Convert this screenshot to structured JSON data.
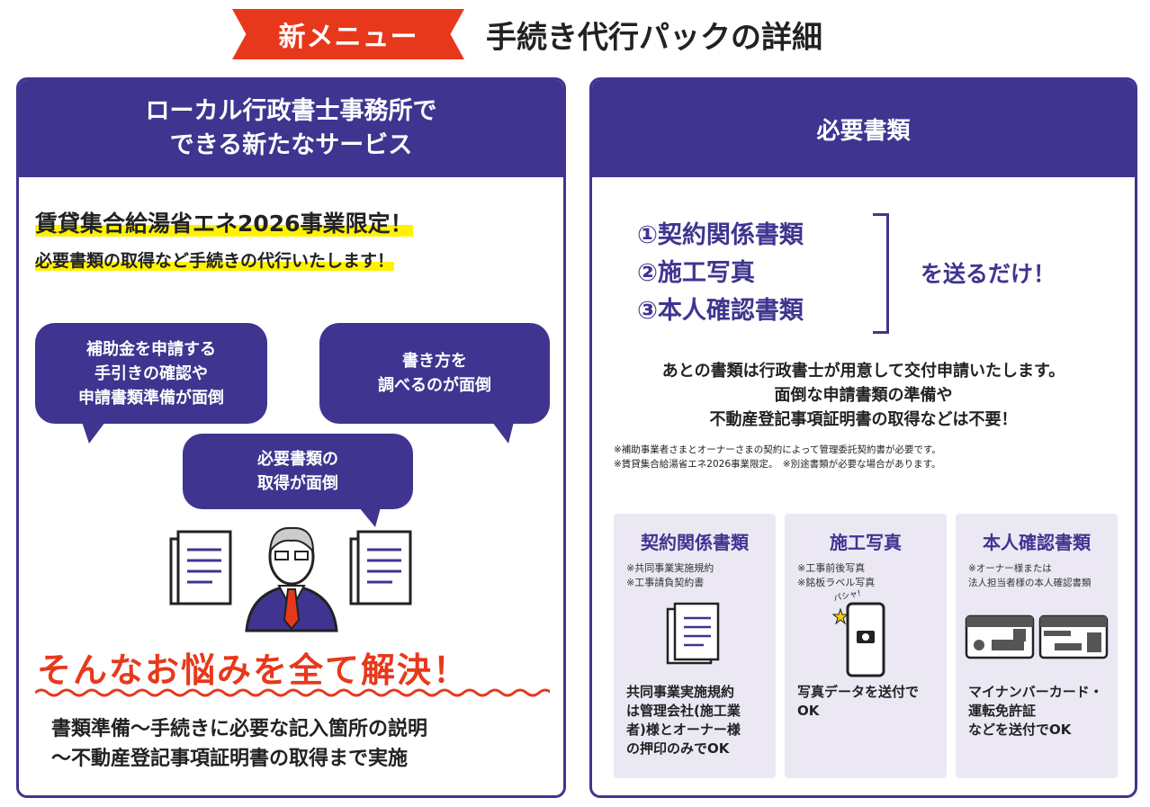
{
  "header": {
    "badge": "新メニュー",
    "title": "手続き代行パックの詳細"
  },
  "left": {
    "heading": [
      "ローカル行政書士事務所で",
      "できる新たなサービス"
    ],
    "highlight": [
      "賃貸集合給湯省エネ2026事業限定！",
      "必要書類の取得など手続きの代行いたします！"
    ],
    "bubbles": [
      [
        "補助金を申請する",
        "手引きの確認や",
        "申請書類準備が面倒"
      ],
      [
        "書き方を",
        "調べるのが面倒"
      ],
      [
        "必要書類の",
        "取得が面倒"
      ]
    ],
    "solve": "そんなお悩みを全て解決！",
    "summary": [
      "書類準備〜手続きに必要な記入箇所の説明",
      "〜不動産登記事項証明書の取得まで実施"
    ]
  },
  "right": {
    "heading": "必要書類",
    "docs": [
      "①契約関係書類",
      "②施工写真",
      "③本人確認書類"
    ],
    "send": "を送るだけ！",
    "desc": [
      "あとの書類は行政書士が用意して交付申請いたします。",
      "面倒な申請書類の準備や",
      "不動産登記事項証明書の取得などは不要！"
    ],
    "notes": [
      "※補助事業者さまとオーナーさまの契約によって管理委託契約書が必要です。",
      "※賃貸集合給湯省エネ2026事業限定。　※別途書類が必要な場合があります。"
    ],
    "cards": [
      {
        "title": "契約関係書類",
        "notes": [
          "※共同事業実施規約",
          "※工事請負契約書"
        ],
        "body": [
          "共同事業実施規約",
          "は管理会社(施工業",
          "者)様とオーナー様",
          "の押印のみでOK"
        ]
      },
      {
        "title": "施工写真",
        "notes": [
          "※工事前後写真",
          "※銘板ラベル写真"
        ],
        "sfx": "パシャ!",
        "body": [
          "写真データを送付で",
          "OK"
        ]
      },
      {
        "title": "本人確認書類",
        "notes": [
          "※オーナー様または",
          "法人担当者様の本人確認書類"
        ],
        "body": [
          "マイナンバーカード・",
          "運転免許証",
          "などを送付でOK"
        ]
      }
    ]
  },
  "colors": {
    "purple": "#3f3590",
    "red": "#e8381b",
    "yellow": "#fff200",
    "card": "#ebe8f4"
  }
}
